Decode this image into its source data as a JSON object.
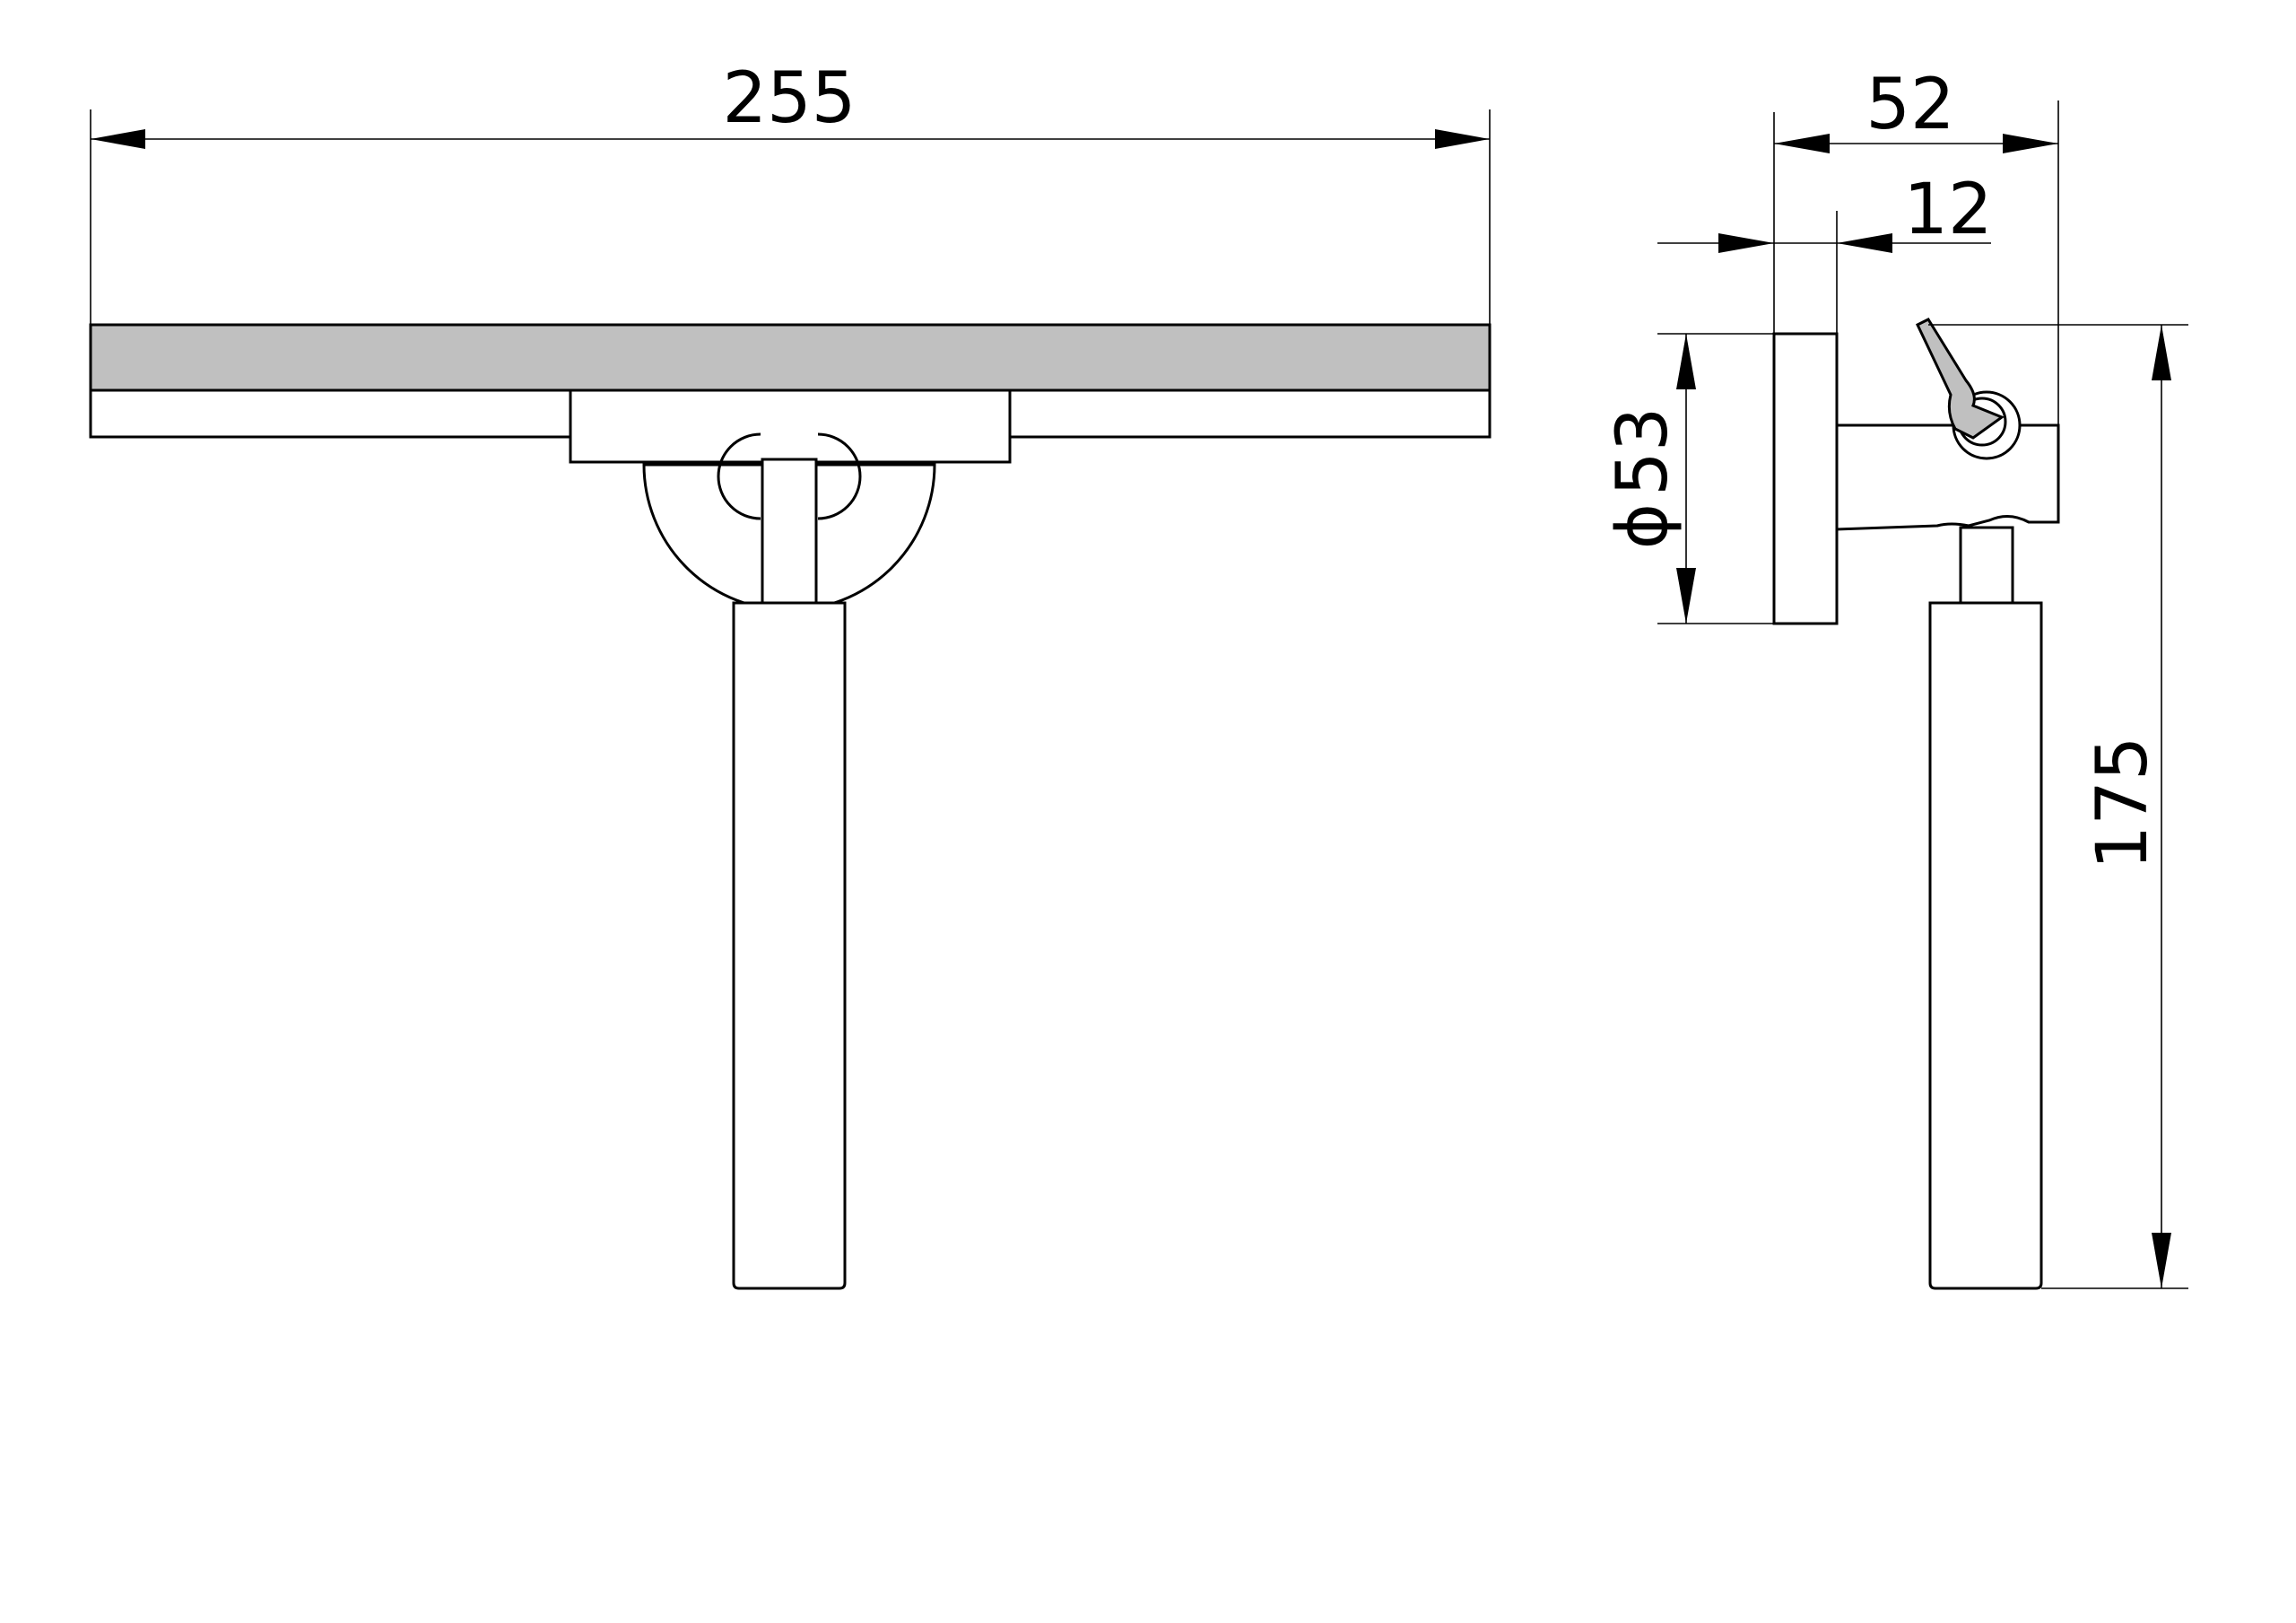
{
  "dimensions": {
    "overall_width": "255",
    "side_depth": "52",
    "blade_thickness": "12",
    "mount_diameter": "53",
    "diameter_symbol": "ϕ",
    "overall_height": "175"
  },
  "colors": {
    "line": "#000000",
    "blade_fill": "#c0c0c0",
    "background": "#ffffff"
  }
}
